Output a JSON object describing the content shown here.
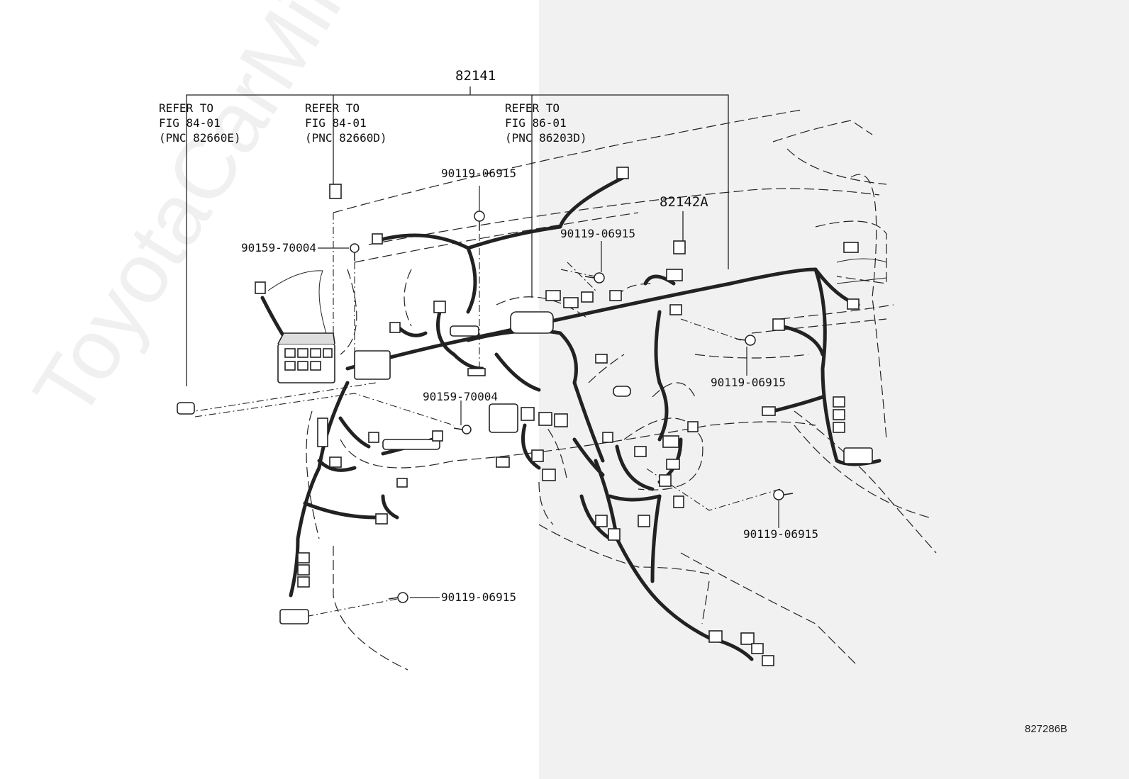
{
  "watermark": "ToyotaCarMine.ru",
  "figure_code": "827286B",
  "main_part": "82141",
  "sub_part": "82142A",
  "refs": [
    {
      "line1": "REFER TO",
      "line2": "FIG 84-01",
      "line3": "(PNC 82660E)"
    },
    {
      "line1": "REFER TO",
      "line2": "FIG 84-01",
      "line3": "(PNC 82660D)"
    },
    {
      "line1": "REFER TO",
      "line2": "FIG 86-01",
      "line3": "(PNC 86203D)"
    }
  ],
  "callouts": {
    "bolt_top": "90119-06915",
    "bolt_mid": "90119-06915",
    "clip_left": "90159-70004",
    "clip_center": "90159-70004",
    "bolt_right": "90119-06915",
    "bolt_lower_right": "90119-06915",
    "bolt_bottom": "90119-06915"
  }
}
